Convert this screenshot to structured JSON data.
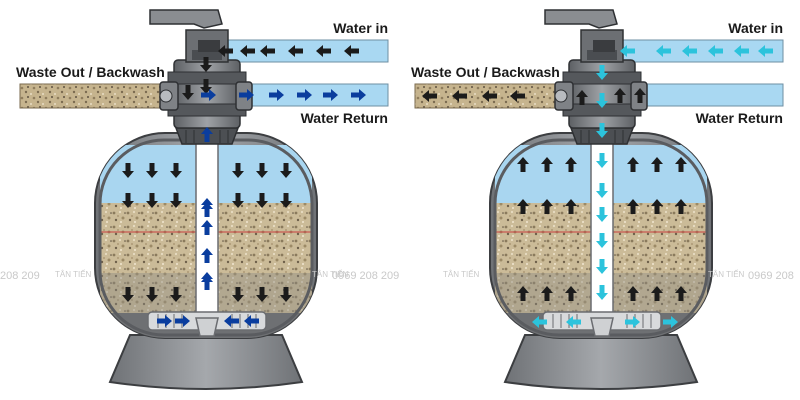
{
  "labels": {
    "water_in": "Water in",
    "waste_out": "Waste Out / Backwash",
    "water_return": "Water Return"
  },
  "watermark": {
    "brand": "TÂN TIẾN",
    "phone": "0969 208 209",
    "phone_partial_left": "208 209",
    "phone_partial_right": "0969 208"
  },
  "panels": [
    {
      "id": "filter-mode",
      "flow_color": "#0a3d9e"
    },
    {
      "id": "backwash-mode",
      "flow_color": "#2cc3dc"
    }
  ],
  "colors": {
    "pipe_fill": "#a9d8f2",
    "tank_shell": "#8c8f93",
    "water": "#a9d6f0",
    "sand": "#c8b896",
    "gravel": "#8a8a86",
    "dark_arrow": "#1b1b1b"
  }
}
